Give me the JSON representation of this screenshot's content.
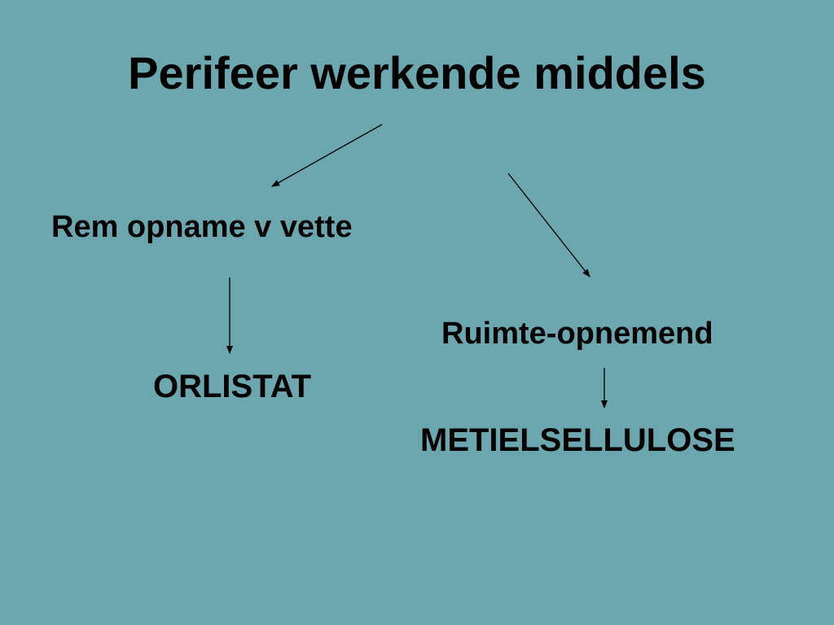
{
  "slide": {
    "background_color": "#6ca7af",
    "title": "Perifeer werkende middels"
  },
  "diagram": {
    "branch_left": {
      "label": "Rem opname v vette",
      "result": "ORLISTAT"
    },
    "branch_right": {
      "label": "Ruimte-opnemend",
      "result": "METIELSELLULOSE"
    }
  }
}
